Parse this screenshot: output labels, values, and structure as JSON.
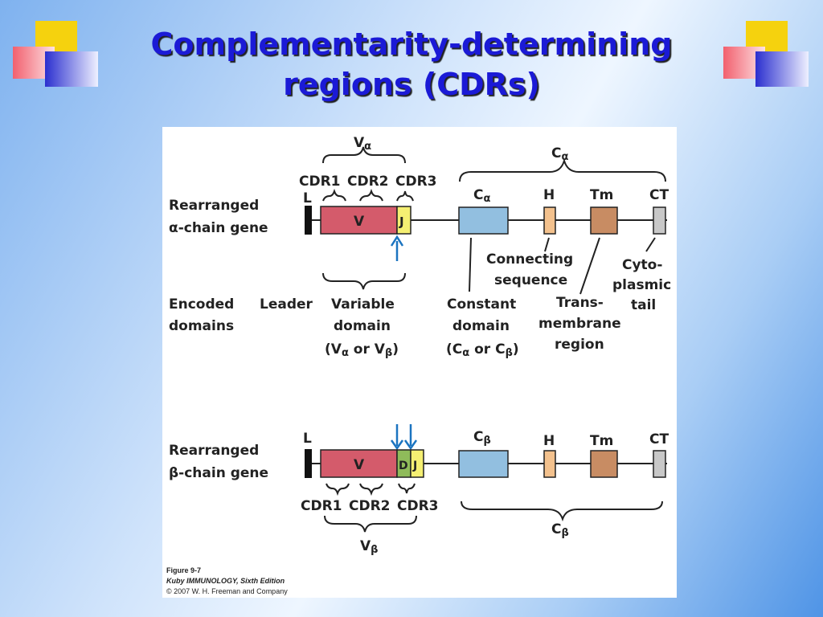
{
  "slide": {
    "title_line1": "Complementarity-determining",
    "title_line2": "regions (CDRs)"
  },
  "diagram": {
    "alpha": {
      "row_label_1": "Rearranged",
      "row_label_2": "-chain gene",
      "row_greek": "α",
      "v_label": "V",
      "v_sub": "α",
      "c_label": "C",
      "c_sub": "α",
      "cdr1": "CDR1",
      "cdr2": "CDR2",
      "cdr3": "CDR3",
      "segments": {
        "L": "L",
        "V": "V",
        "J": "J",
        "C": "C",
        "C_sub": "α",
        "H": "H",
        "Tm": "Tm",
        "CT": "CT"
      }
    },
    "encoded": {
      "domains_1": "Encoded",
      "domains_2": "domains",
      "leader": "Leader",
      "variable_1": "Variable",
      "variable_2": "domain",
      "variable_3a": "(V",
      "variable_3b": " or V",
      "variable_3c": ")",
      "alpha": "α",
      "beta": "β",
      "constant_1": "Constant",
      "constant_2": "domain",
      "constant_3a": "(C",
      "constant_3b": " or C",
      "constant_3c": ")",
      "connecting_1": "Connecting",
      "connecting_2": "sequence",
      "trans_1": "Trans-",
      "trans_2": "membrane",
      "trans_3": "region",
      "cyto_1": "Cyto-",
      "cyto_2": "plasmic",
      "cyto_3": "tail"
    },
    "beta": {
      "row_label_1": "Rearranged",
      "row_label_2": "-chain gene",
      "row_greek": "β",
      "segments": {
        "L": "L",
        "V": "V",
        "D": "D",
        "J": "J",
        "C": "C",
        "C_sub": "β",
        "H": "H",
        "Tm": "Tm",
        "CT": "CT"
      },
      "cdr1": "CDR1",
      "cdr2": "CDR2",
      "cdr3": "CDR3",
      "v_label": "V",
      "v_sub": "β",
      "c_label": "C",
      "c_sub": "β"
    },
    "colors": {
      "v": "#d45b6b",
      "j": "#f5ef72",
      "d": "#8fbb5a",
      "c": "#92bfe0",
      "h": "#f3c18d",
      "tm": "#c88c63",
      "ct": "#c8c8c8",
      "arrow": "#1b74c0"
    }
  },
  "credit": {
    "figure": "Figure 9-7",
    "book": "Kuby IMMUNOLOGY, Sixth Edition",
    "copyright": "© 2007 W. H. Freeman and Company"
  }
}
